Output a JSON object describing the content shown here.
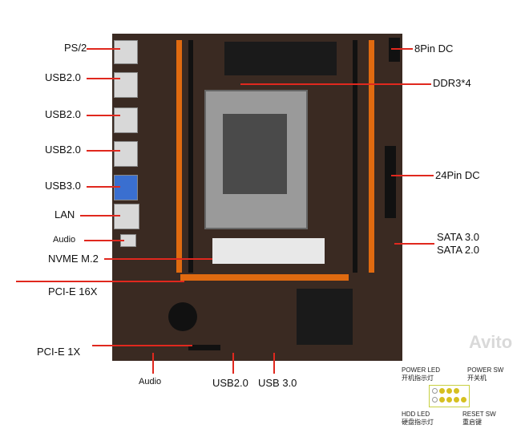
{
  "left_labels": [
    "PS/2",
    "USB2.0",
    "USB2.0",
    "USB2.0",
    "USB3.0",
    "LAN",
    "Audio",
    "NVME M.2",
    "PCI-E 16X",
    "PCI-E 1X"
  ],
  "right_labels": [
    "8Pin DC",
    "DDR3*4",
    "24Pin DC",
    "SATA 3.0",
    "SATA 2.0"
  ],
  "bottom_labels": [
    "Audio",
    "USB2.0",
    "USB 3.0"
  ],
  "front_panel": {
    "power_led": "POWER LED",
    "power_led_cn": "开机指示灯",
    "power_sw": "POWER SW",
    "power_sw_cn": "开关机",
    "hdd_led": "HDD LED",
    "hdd_led_cn": "硬盘指示灯",
    "reset_sw": "RESET SW",
    "reset_sw_cn": "重启键"
  },
  "watermark": "Avito",
  "colors": {
    "line": "#e0281e",
    "board": "#3a2a22",
    "slot": "#e06a10"
  }
}
